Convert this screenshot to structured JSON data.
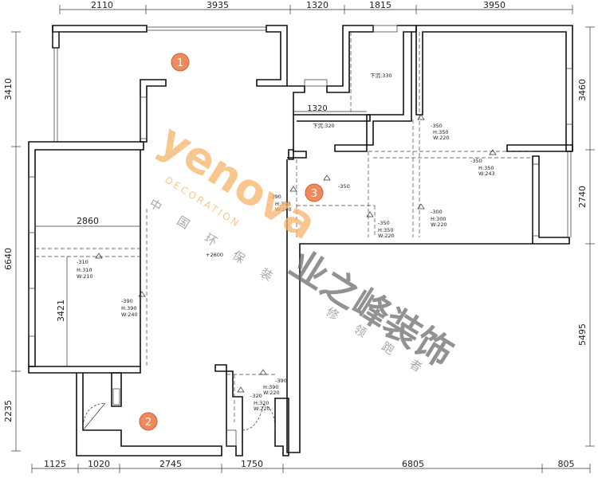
{
  "dimensions": {
    "top": [
      "2110",
      "3935",
      "1320",
      "1815",
      "3950"
    ],
    "bottom": [
      "1125",
      "1020",
      "2745",
      "1750",
      "6805",
      "805"
    ],
    "left": [
      "3410",
      "6640",
      "2235"
    ],
    "right": [
      "3460",
      "2740",
      "5495"
    ]
  },
  "room_markers": [
    "1",
    "2",
    "3"
  ],
  "inner_dimensions": {
    "corridor_width": "1320",
    "bedroom_width": "2860",
    "bedroom_height": "3421"
  },
  "ceiling_notes": {
    "drop_330": "下沉:330",
    "drop_320": "下沉:320"
  },
  "height_marks": {
    "m_2600": "+2600",
    "m_310": "-310",
    "m_390_a": "-390",
    "m_390_b": "-390",
    "m_390_c": "-390",
    "m_350_a": "-350",
    "m_350_b": "-350",
    "m_350_c": "-350",
    "m_350_d": "-350",
    "m_300": "-300",
    "m_320": "-320"
  },
  "light_specs": {
    "bedroom": [
      "H:310",
      "W:210"
    ],
    "living_left": [
      "H:390",
      "W:240"
    ],
    "center": [
      "H:390",
      "W:240"
    ],
    "right_top": [
      "H:350",
      "W:220"
    ],
    "right_mid": [
      "H:350",
      "W:243"
    ],
    "right_lower_a": [
      "H:350",
      "W:220"
    ],
    "right_lower_b": [
      "H:300",
      "W:220"
    ],
    "bath_a": [
      "H:390",
      "W:220"
    ],
    "bath_b": [
      "H:320",
      "W:220"
    ]
  },
  "watermark": {
    "brand": "yenova",
    "brand_sub": "DECORATION",
    "company_cn": "业之峰装饰",
    "slogan_cn_1": "中国环保装",
    "slogan_cn_2": "修领跑者"
  },
  "colors": {
    "marker_fill": "#f08a5d",
    "marker_stroke": "#c8603a",
    "brand_orange": "#f6b46a",
    "watermark_gray": "#8a8a8a"
  }
}
